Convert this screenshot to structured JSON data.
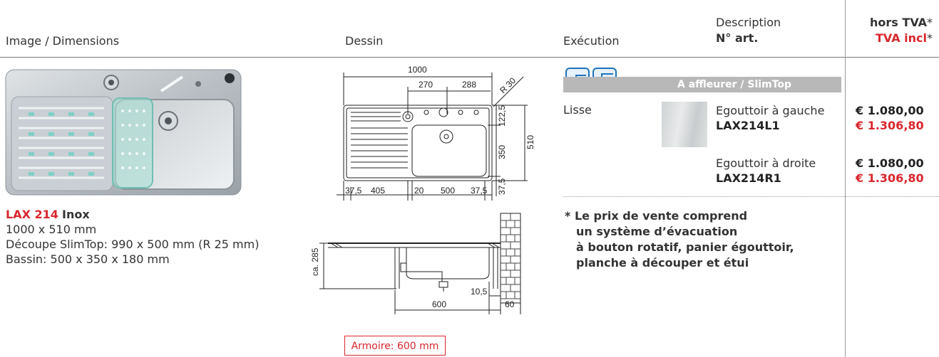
{
  "header": {
    "image_dimensions": "Image / Dimensions",
    "dessin": "Dessin",
    "execution": "Exécution",
    "description": "Description",
    "art_no": "N° art.",
    "hors_tva": "hors TVA",
    "tva_incl": "TVA incl",
    "asterisk": "*"
  },
  "product": {
    "code": "LAX 214",
    "material": "Inox",
    "size": "1000 x 510 mm",
    "cutout": "Découpe SlimTop: 990 x 500 mm (R 25 mm)",
    "basin": "Bassin: 500 x 350 x 180 mm"
  },
  "mount_bar": "A affleurer / SlimTop",
  "finish": "Lisse",
  "variants": [
    {
      "desc": "Egouttoir à gauche",
      "art": "LAX214L1",
      "price_ex": "€ 1.080,00",
      "price_in": "€ 1.306,80"
    },
    {
      "desc": "Egouttoir à droite",
      "art": "LAX214R1",
      "price_ex": "€ 1.080,00",
      "price_in": "€ 1.306,80"
    }
  ],
  "note": [
    "* Le prix de vente comprend",
    "un système d’évacuation",
    "à bouton rotatif, panier égouttoir,",
    "planche à découper et étui"
  ],
  "drawing": {
    "width": "1000",
    "d270": "270",
    "d288": "288",
    "r30": "R 30",
    "d122_5": "122,5",
    "d510": "510",
    "d350": "350",
    "d37_5v": "37,5",
    "d37_5a": "37,5",
    "d405": "405",
    "d20": "20",
    "d500": "500",
    "d37_5b": "37,5",
    "ca285": "ca. 285",
    "d10_5": "10,5",
    "d600": "600",
    "d60": "60"
  },
  "armoire": "Armoire: 600 mm"
}
